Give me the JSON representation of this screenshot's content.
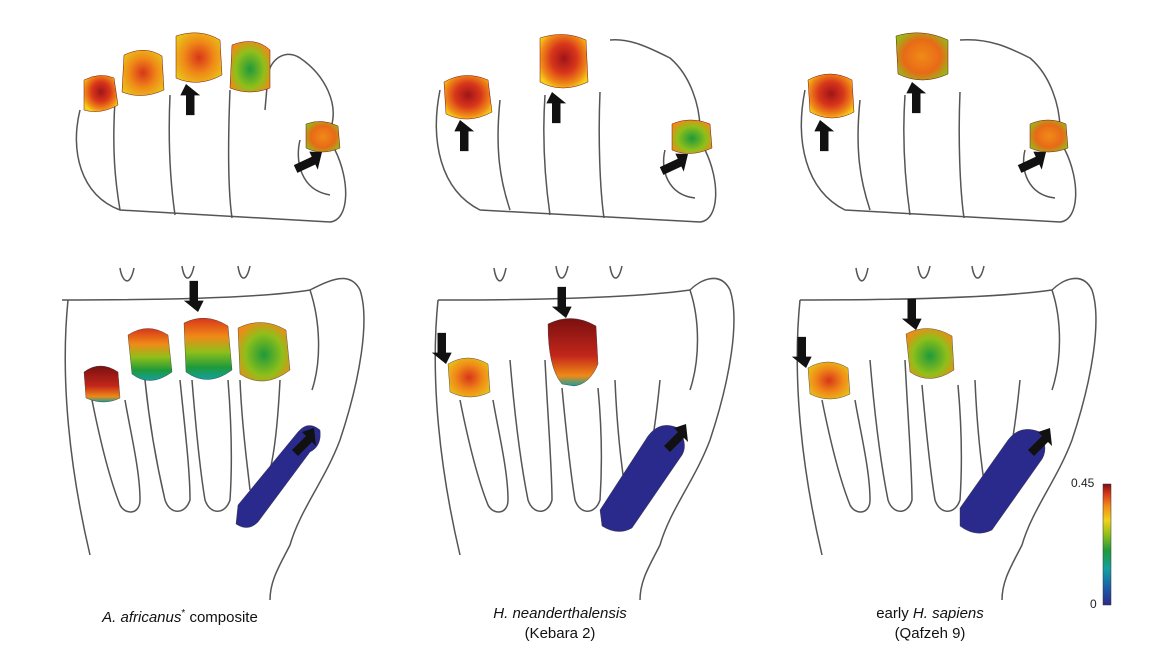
{
  "colors": {
    "outline": "#555555",
    "arrow": "#111111",
    "scale": [
      "#2a2a8c",
      "#1c5fa8",
      "#12a0a0",
      "#1f9a3a",
      "#8fbf1a",
      "#f2d21a",
      "#f08a17",
      "#d8361a",
      "#7a1010"
    ]
  },
  "panels": [
    {
      "id": "africanus",
      "caption": {
        "pre": "",
        "italic": "A. africanus",
        "mark": "*",
        "post": " composite",
        "line2": ""
      }
    },
    {
      "id": "neanderthalensis",
      "caption": {
        "pre": "",
        "italic": "H. neanderthalensis",
        "mark": "",
        "post": "",
        "line2": "(Kebara 2)"
      }
    },
    {
      "id": "sapiens",
      "caption": {
        "pre": "early ",
        "italic": "H. sapiens",
        "mark": "",
        "post": "",
        "line2": "(Qafzeh 9)"
      }
    }
  ],
  "colorbar": {
    "max_label": "0.45",
    "min_label": "0"
  }
}
